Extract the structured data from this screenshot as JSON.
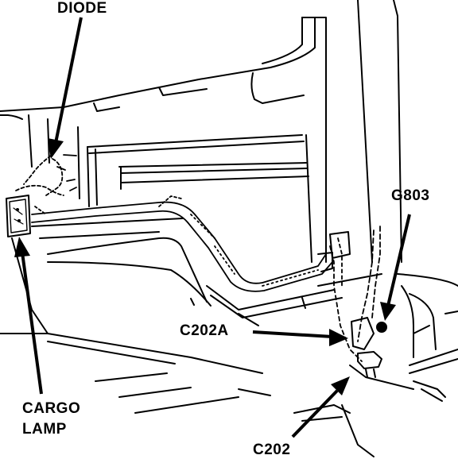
{
  "labels": {
    "diode": "DIODE",
    "g803": "G803",
    "c202a": "C202A",
    "cargo_lamp_line1": "CARGO",
    "cargo_lamp_line2": "LAMP",
    "c202": "C202"
  },
  "colors": {
    "ink": "#000000",
    "paper": "#ffffff"
  }
}
